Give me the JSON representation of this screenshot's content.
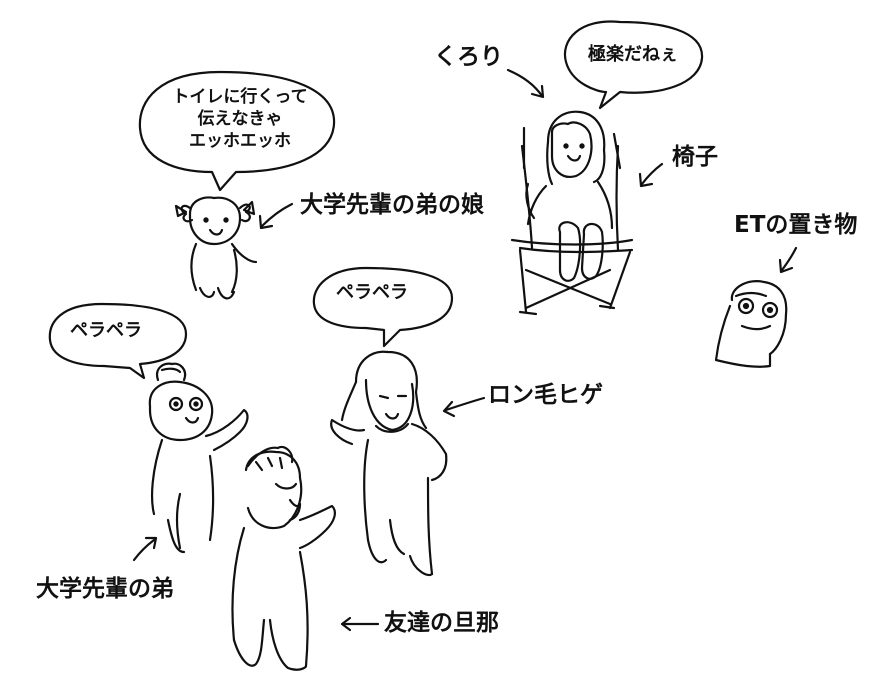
{
  "labels": {
    "kurori": "くろり",
    "chair": "椅子",
    "et_figure": "ETの置き物",
    "niece": "大学先輩の弟の娘",
    "long_hair_beard": "ロン毛ヒゲ",
    "senior_brother": "大学先輩の弟",
    "friends_husband": "友達の旦那"
  },
  "bubbles": {
    "gokuraku": "極楽だねぇ",
    "toilet": [
      "トイレに行くって",
      "伝えなきゃ",
      "エッホエッホ"
    ],
    "pera_left": "ペラペラ",
    "pera_mid": "ペラペラ"
  },
  "colors": {
    "ink": "#111111",
    "paper": "#ffffff"
  }
}
